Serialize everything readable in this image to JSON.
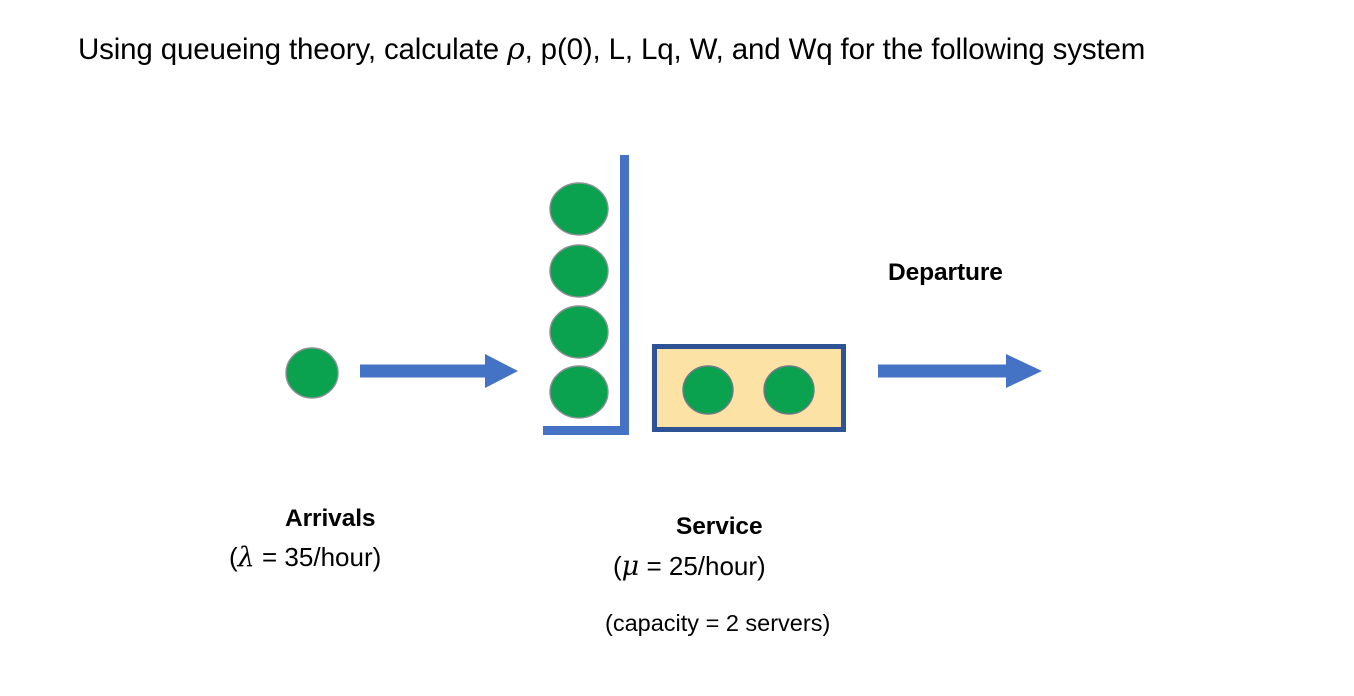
{
  "slide": {
    "title_prefix": "Using queueing theory, calculate ",
    "title_rho": "ρ",
    "title_suffix": ", p(0), L, Lq, W, and Wq for the following system",
    "background_color": "#FFFFFF"
  },
  "diagram": {
    "type": "queueing-system",
    "arrival_entity_count": 1,
    "queue_entity_count": 4,
    "server_entity_count": 2,
    "colors": {
      "entity_fill": "#0AA24F",
      "entity_stroke": "#7F7F7F",
      "arrow": "#4472C4",
      "queue_barrier": "#4472C4",
      "service_box_fill": "#FCE3A5",
      "service_box_border": "#2E5395"
    },
    "labels": {
      "departure": "Departure",
      "arrivals": "Arrivals",
      "arrivals_rate_open": "(",
      "arrivals_rate_symbol": "λ",
      "arrivals_rate_value": " = 35/hour)",
      "service": "Service",
      "service_rate_open": "(",
      "service_rate_symbol": "μ",
      "service_rate_value": " = 25/hour)",
      "capacity": "(capacity = 2 servers)"
    },
    "parameters": {
      "lambda_arrival_rate": 35,
      "mu_service_rate": 25,
      "rate_unit": "per hour",
      "servers": 2
    }
  }
}
